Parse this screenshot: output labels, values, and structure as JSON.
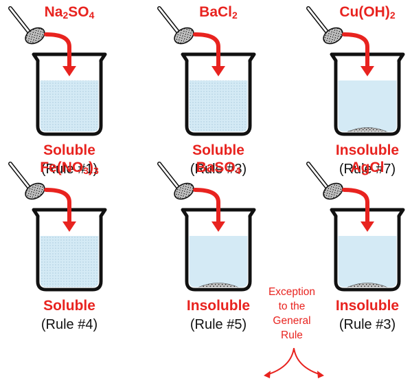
{
  "colors": {
    "accent": "#e8231f",
    "solution": "#d4eaf5",
    "dots": "#7fa9c3",
    "outline": "#111111",
    "precipitate": "#3a3a3a"
  },
  "icons": [
    "spoon-icon",
    "arrow-icon",
    "beaker-icon",
    "precipitate-icon"
  ],
  "panels": [
    {
      "formula": [
        {
          "t": "Na"
        },
        {
          "s": "2"
        },
        {
          "t": "SO"
        },
        {
          "s": "4"
        }
      ],
      "verdict": "Soluble",
      "rule": "(Rule #1)",
      "precipitate": false
    },
    {
      "formula": [
        {
          "t": "BaCl"
        },
        {
          "s": "2"
        }
      ],
      "verdict": "Soluble",
      "rule": "(Rule #3)",
      "precipitate": false
    },
    {
      "formula": [
        {
          "t": "Cu(OH)"
        },
        {
          "s": "2"
        }
      ],
      "verdict": "Insoluble",
      "rule": "(Rule #7)",
      "precipitate": true
    },
    {
      "formula": [
        {
          "t": "Fe(NO"
        },
        {
          "s": "3"
        },
        {
          "t": ")"
        },
        {
          "s": "3"
        }
      ],
      "verdict": "Soluble",
      "rule": "(Rule #4)",
      "precipitate": false
    },
    {
      "formula": [
        {
          "t": "BaSO"
        },
        {
          "s": "4"
        }
      ],
      "verdict": "Insoluble",
      "rule": "(Rule #5)",
      "precipitate": true
    },
    {
      "formula": [
        {
          "t": "AgCl"
        }
      ],
      "verdict": "Insoluble",
      "rule": "(Rule #3)",
      "precipitate": true
    }
  ],
  "exception_note": {
    "lines": [
      "Exception",
      "to the",
      "General",
      "Rule"
    ]
  }
}
